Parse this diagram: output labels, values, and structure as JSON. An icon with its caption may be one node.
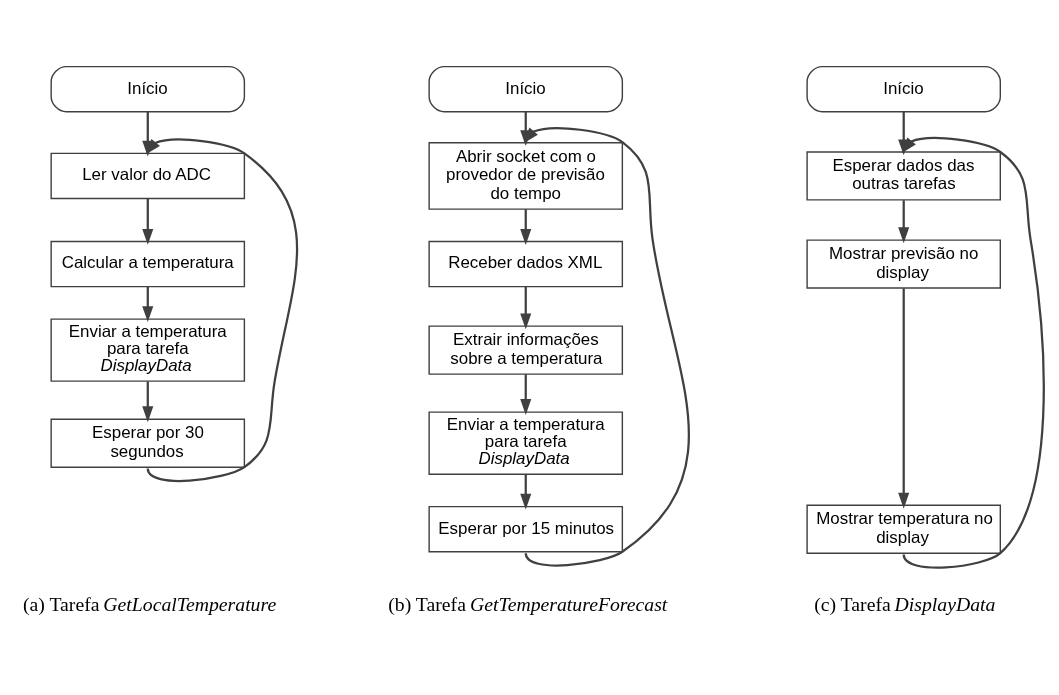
{
  "diagram": {
    "nodes": [
      {
        "text": [
          "Início"
        ]
      },
      {
        "text": [
          "Ler valor do ADC"
        ]
      },
      {
        "text": [
          "Calcular a temperatura"
        ]
      },
      {
        "text": [
          "Enviar a temperatura para tarefa *DisplayData*"
        ]
      },
      {
        "text": [
          "Esperar por 30 segundos"
        ]
      },
      {
        "text": [
          "Início"
        ]
      },
      {
        "text": [
          "Abrir socket com o provedor de previsão do tempo"
        ]
      },
      {
        "text": [
          "Receber dados XML"
        ]
      },
      {
        "text": [
          "Extrair informações sobre a temperatura"
        ]
      },
      {
        "text": [
          "Enviar a temperatura para tarefa *DisplayData*"
        ]
      },
      {
        "text": [
          "Esperar por 15 minutos"
        ]
      },
      {
        "text": [
          "Início"
        ]
      },
      {
        "text": [
          "Esperar dados das outras tarefas"
        ]
      },
      {
        "text": [
          "Mostrar previsão no display"
        ]
      },
      {
        "text": [
          "Mostrar temperatura no display"
        ]
      }
    ],
    "edges": [
      {
        "from": 0,
        "to": 1,
        "arrow": "to"
      },
      {
        "from": 1,
        "to": 2,
        "arrow": "to"
      },
      {
        "from": 2,
        "to": 3,
        "arrow": "to"
      },
      {
        "from": 3,
        "to": 4,
        "arrow": "to"
      },
      {
        "from": 4,
        "to": 1,
        "arrow": "to"
      },
      {
        "from": 5,
        "to": 6,
        "arrow": "to"
      },
      {
        "from": 6,
        "to": 7,
        "arrow": "to"
      },
      {
        "from": 7,
        "to": 8,
        "arrow": "to"
      },
      {
        "from": 8,
        "to": 9,
        "arrow": "to"
      },
      {
        "from": 9,
        "to": 10,
        "arrow": "to"
      },
      {
        "from": 10,
        "to": 6,
        "arrow": "to"
      },
      {
        "from": 11,
        "to": 12,
        "arrow": "to"
      },
      {
        "from": 12,
        "to": 13,
        "arrow": "to"
      },
      {
        "from": 13,
        "to": 14,
        "arrow": "to"
      },
      {
        "from": 14,
        "to": 12,
        "arrow": "to"
      }
    ],
    "labels": [
      "(a) Tarefa *GetLocalTemperature*",
      "(b) Tarefa *GetTemperatureForecast*",
      "(c) Tarefa *DisplayData*"
    ]
  }
}
